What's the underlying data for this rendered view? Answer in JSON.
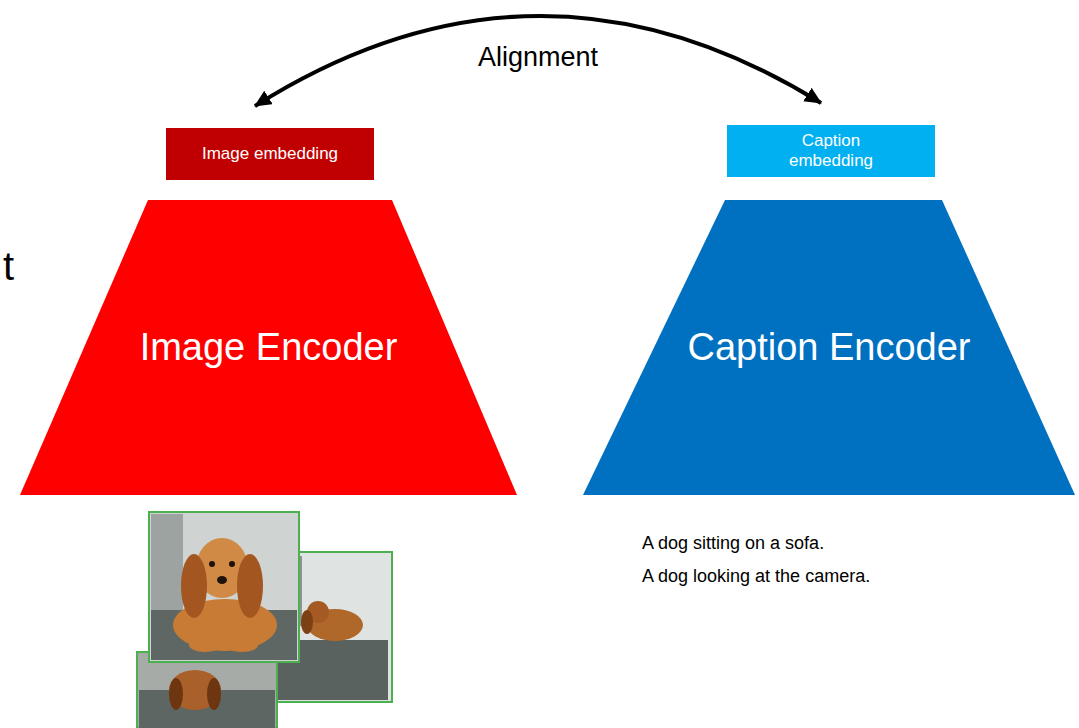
{
  "diagram": {
    "nodes": [
      {
        "text": [
          "Image embedding"
        ]
      },
      {
        "text": [
          "Caption embedding"
        ]
      },
      {
        "text": [
          "Image Encoder"
        ]
      },
      {
        "text": [
          "Caption Encoder"
        ]
      }
    ],
    "edges": [
      {
        "from": 0,
        "to": 1,
        "label": "Alignment",
        "arrow": "both"
      }
    ],
    "labels": [
      "A dog sitting on a sofa.",
      "A dog looking at the camera.",
      "t"
    ]
  }
}
